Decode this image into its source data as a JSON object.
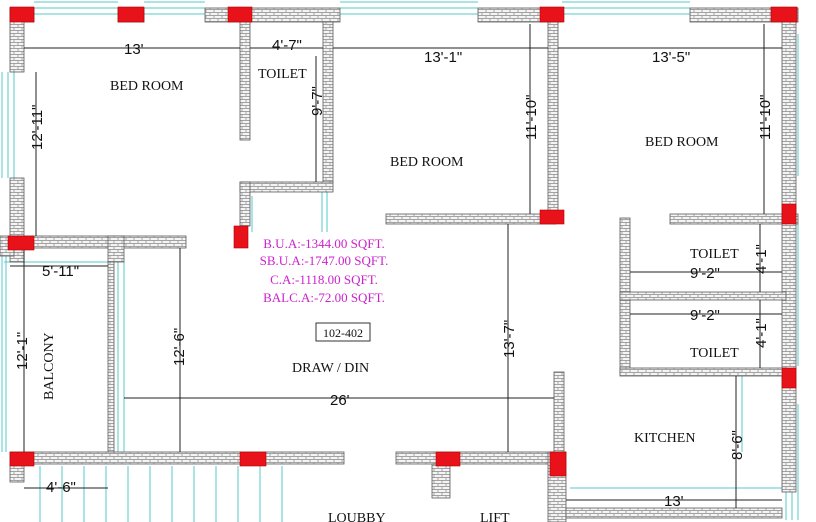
{
  "colors": {
    "wall_fill": "#f2f2f2",
    "wall_stroke": "#5a5a5a",
    "column": "#e8121a",
    "window_line": "#55c8c8",
    "dimension_line": "#222222",
    "area_text": "#cc22cc"
  },
  "rooms": {
    "bed_room_1": "BED ROOM",
    "toilet_1": "TOILET",
    "bed_room_2": "BED ROOM",
    "bed_room_3": "BED ROOM",
    "toilet_2": "TOILET",
    "toilet_3": "TOILET",
    "balcony": "BALCONY",
    "draw_din": "DRAW / DIN",
    "kitchen": "KITCHEN",
    "loubby": "LOUBBY",
    "lift": "LIFT"
  },
  "dimensions": {
    "bed1_width": "13'",
    "toilet1_width": "4'-7\"",
    "bed2_width": "13'-1\"",
    "bed3_width": "13'-5\"",
    "bed1_height": "12'-11\"",
    "toilet1_height": "9'-7\"",
    "bed2_height": "11'-10\"",
    "bed3_height": "11'-10\"",
    "balcony_width": "5'-11\"",
    "balcony_height": "12'-1\"",
    "draw_din_height_left": "12'-6\"",
    "draw_din_height_right": "13'-7\"",
    "draw_din_width": "26'",
    "toilet2_width": "9'-2\"",
    "toilet2_height": "4'-1\"",
    "toilet3_width": "9'-2\"",
    "toilet3_height": "4'-1\"",
    "kitchen_height": "8'-6\"",
    "kitchen_width": "13'",
    "lobby_width": "4'-6\""
  },
  "areas": {
    "bua": "B.U.A:-1344.00 SQFT.",
    "sbua": "SB.U.A:-1747.00 SQFT.",
    "ca": "C.A:-1118.00 SQFT.",
    "balca": "BALC.A:-72.00 SQFT."
  },
  "unit_number": "102-402"
}
